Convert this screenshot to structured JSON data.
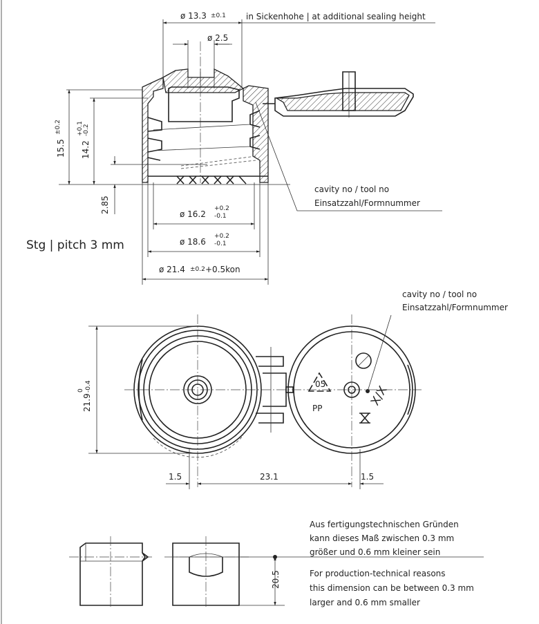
{
  "top_view": {
    "dim_d133": "ø 13.3",
    "dim_d133_tol": "±0.1",
    "sealing_note": "in Sickenhohe | at additional sealing height",
    "dim_d25": "ø 2.5",
    "dim_h155": "15.5",
    "dim_h155_tol": "±0.2",
    "dim_h142": "14.2",
    "dim_h142_tol_up": "+0.1",
    "dim_h142_tol_lo": "-0.2",
    "dim_h285": "2.85",
    "dim_d162": "ø 16.2",
    "dim_d162_tol_up": "+0.2",
    "dim_d162_tol_lo": "-0.1",
    "dim_d186": "ø 18.6",
    "dim_d186_tol_up": "+0.2",
    "dim_d186_tol_lo": "-0.1",
    "dim_d214": "ø 21.4",
    "dim_d214_tol": "±0.2",
    "dim_d214_suffix": "+0.5kon",
    "pitch_note": "Stg | pitch 3 mm",
    "cavity_line1": "cavity no / tool no",
    "cavity_line2": "Einsatzzahl/Formnummer"
  },
  "plan_view": {
    "cavity_line1": "cavity no / tool no",
    "cavity_line2": "Einsatzzahl/Formnummer",
    "dim_h219": "21.9",
    "dim_h219_tol_up": "0",
    "dim_h219_tol_lo": "-0.4",
    "dim_15_left": "1.5",
    "dim_231": "23.1",
    "dim_15_right": "1.5",
    "recycle_code": "05",
    "material": "PP",
    "cavity_mark": "X/X"
  },
  "side_view": {
    "dim_h205": "20.5",
    "note_de_1": "Aus fertigungstechnischen Gründen",
    "note_de_2": "kann dieses Maß zwischen 0.3 mm",
    "note_de_3": "größer und 0.6 mm kleiner sein",
    "note_en_1": "For production-technical reasons",
    "note_en_2": "this dimension can be between 0.3 mm",
    "note_en_3": "larger and 0.6 mm smaller"
  }
}
